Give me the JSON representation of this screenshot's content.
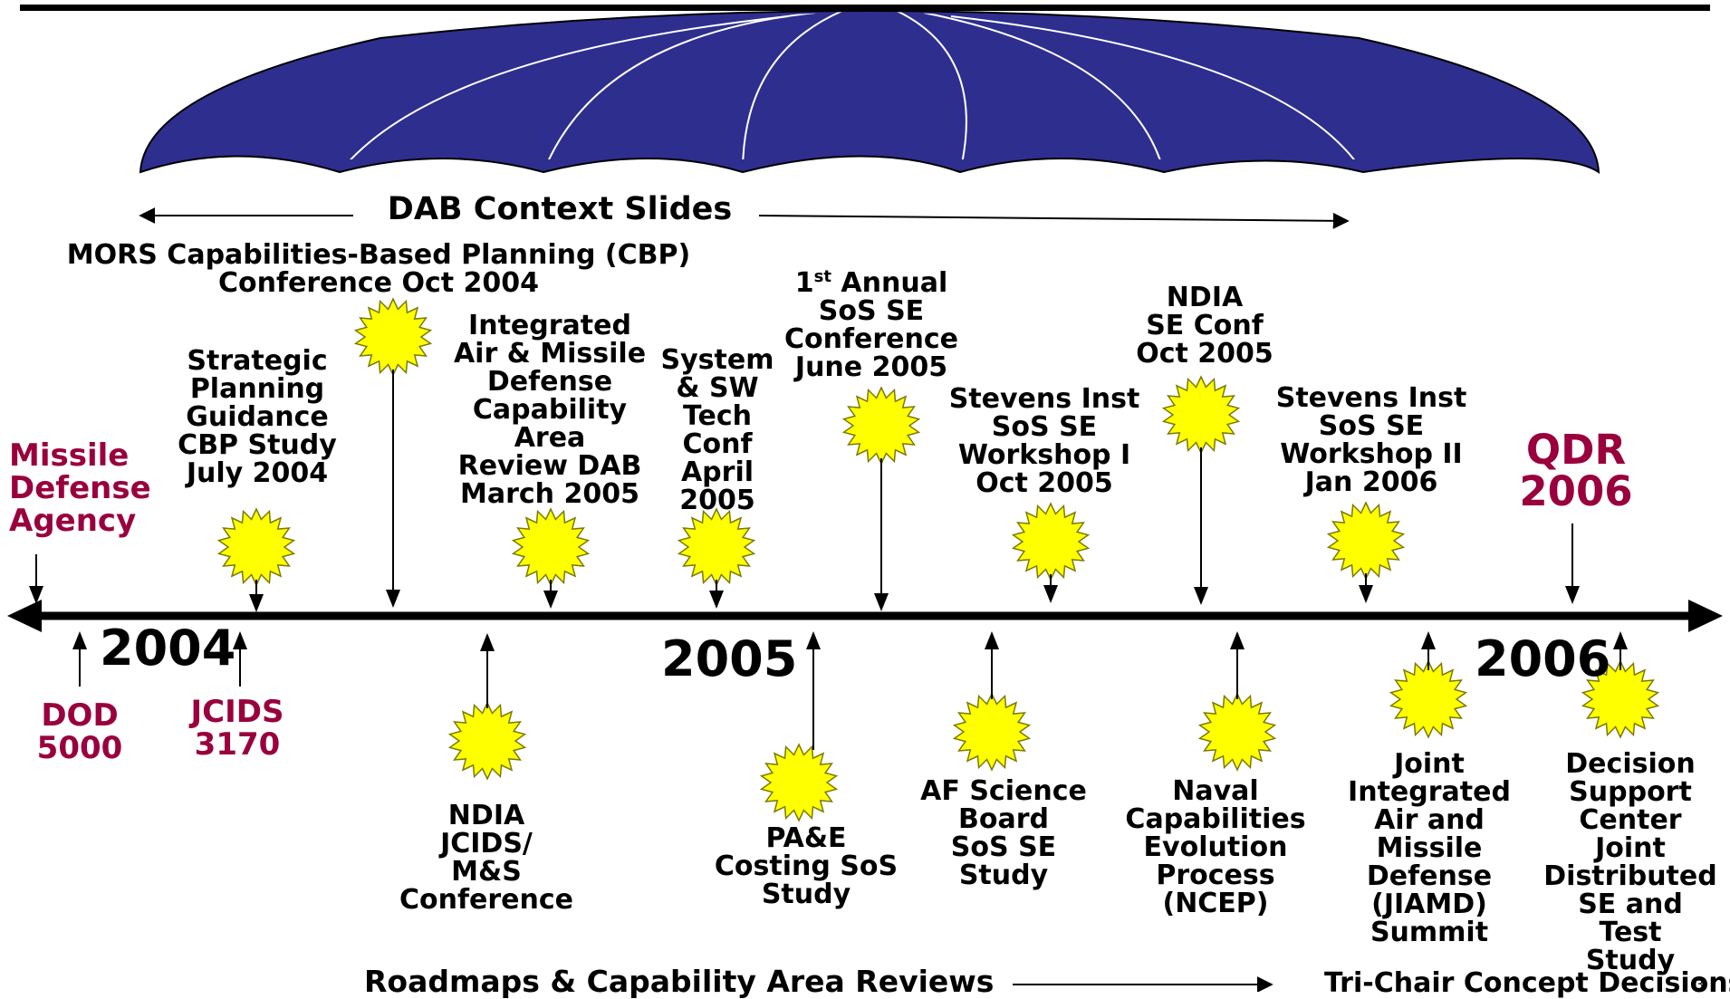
{
  "dab": {
    "label": "DAB Context Slides"
  },
  "years": {
    "y2004": "2004",
    "y2005": "2005",
    "y2006": "2006"
  },
  "top_events": {
    "mors": "MORS Capabilities-Based Planning (CBP)\nConference Oct 2004",
    "spg": "Strategic\nPlanning\nGuidance\nCBP Study\nJuly 2004",
    "iamd": "Integrated\nAir & Missile\nDefense\nCapability\nArea\nReview DAB\nMarch 2005",
    "system_sw": "System\n& SW\nTech\nConf\nApril\n2005",
    "annual_base": "1",
    "annual_sup": "st",
    "annual_rest": " Annual\nSoS SE\nConference\nJune 2005",
    "stevens1": "Stevens Inst\nSoS SE\nWorkshop I\nOct 2005",
    "ndia_se": "NDIA\nSE Conf\nOct 2005",
    "stevens2": "Stevens Inst\nSoS SE\nWorkshop II\nJan 2006",
    "mda": "Missile\nDefense\nAgency",
    "qdr": "QDR\n2006"
  },
  "bottom_events": {
    "dod": "DOD\n5000",
    "jcids": "JCIDS\n3170",
    "ndia_jcids": "NDIA\nJCIDS/\nM&S\nConference",
    "pae": "PA&E\nCosting SoS\nStudy",
    "af": "AF Science\nBoard\nSoS SE\nStudy",
    "ncep": "Naval\nCapabilities\nEvolution\nProcess\n(NCEP)",
    "jiamd": "Joint\nIntegrated\nAir and\nMissile\nDefense\n(JIAMD)\nSummit",
    "dsc": "Decision\nSupport\nCenter Joint\nDistributed\nSE and Test\nStudy"
  },
  "footer": {
    "roadmaps": "Roadmaps & Capability Area Reviews",
    "tri_chair": "Tri-Chair Concept Decisions",
    "page_number": "3"
  },
  "colors": {
    "canopy": "#2e2e8f",
    "canopy_lines": "#ffffff",
    "starburst_fill": "#ffff00",
    "starburst_stroke": "#7a7a00",
    "accent_red": "#99003d",
    "line": "#000000"
  },
  "icons": {
    "event_marker": "starburst-icon"
  }
}
